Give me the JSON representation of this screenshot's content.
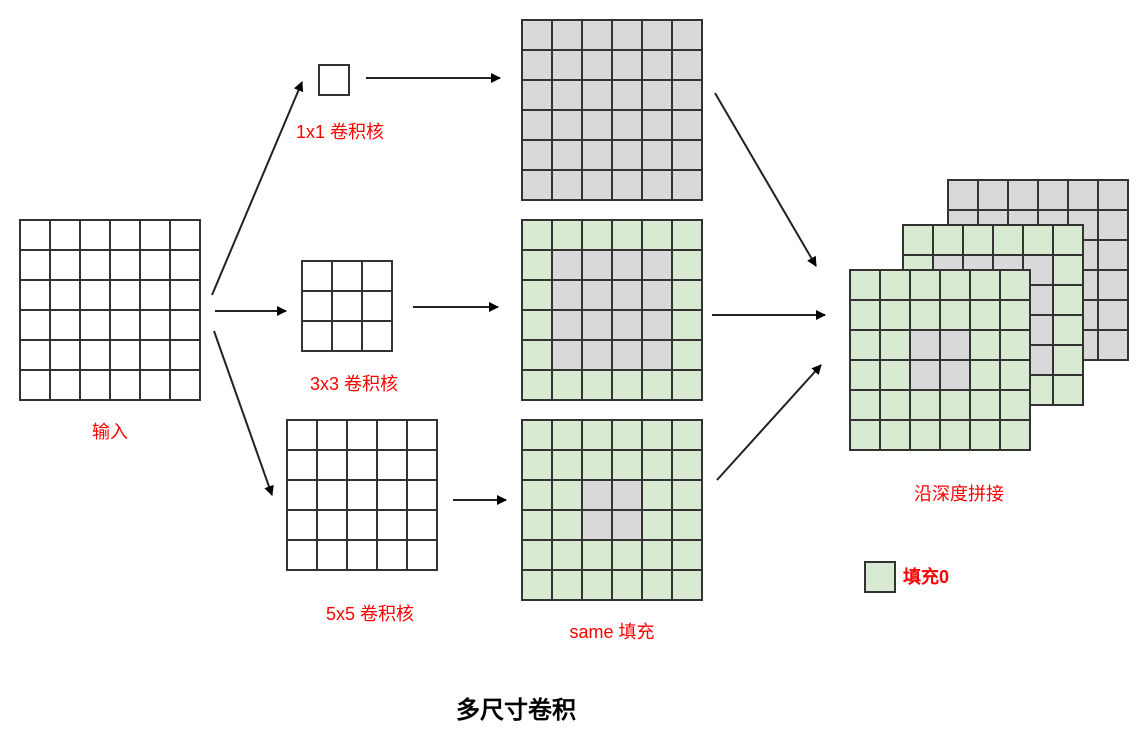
{
  "title": "多尺寸卷积",
  "labels": {
    "input": "输入",
    "kernel_1x1": "1x1 卷积核",
    "kernel_3x3": "3x3 卷积核",
    "kernel_5x5": "5x5 卷积核",
    "same_padding": "same 填充",
    "concat": "沿深度拼接"
  },
  "legend": {
    "label": "填充0"
  },
  "grids": {
    "input": {
      "size": 6,
      "padding": 0,
      "fill": "white"
    },
    "kernel_1x1": {
      "size": 1
    },
    "kernel_3x3": {
      "size": 3
    },
    "kernel_5x5": {
      "size": 5
    },
    "output_1x1": {
      "size": 6,
      "padding": 0
    },
    "output_3x3": {
      "size": 6,
      "padding": 1
    },
    "output_5x5": {
      "size": 6,
      "padding": 2
    }
  },
  "colors": {
    "feature": "#d9d9d9",
    "padding": "#d9ead3",
    "stroke": "#333333",
    "label": "#ff0000"
  }
}
